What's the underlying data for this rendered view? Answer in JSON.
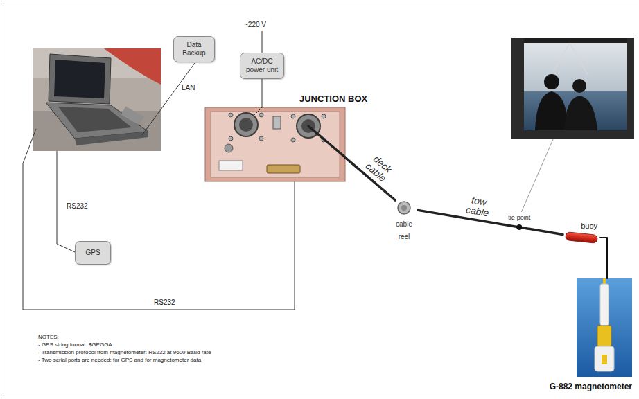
{
  "diagram": {
    "nodes": [
      {
        "text": [
          "Data Backup"
        ]
      },
      {
        "text": [
          "AC/DC power unit"
        ]
      },
      {
        "text": [
          "JUNCTION BOX"
        ]
      },
      {
        "text": [
          "GPS"
        ]
      },
      {
        "text": [
          "cable reel"
        ]
      },
      {
        "text": [
          "buoy"
        ]
      },
      {
        "text": [
          "G-882 magnetometer"
        ]
      }
    ],
    "edges": [
      {
        "from": 1,
        "to": 2,
        "arrow": "none"
      },
      {
        "from": 2,
        "to": 4,
        "label": "deck cable",
        "arrow": "none"
      },
      {
        "from": 4,
        "to": 5,
        "label": "tow cable",
        "arrow": "none"
      },
      {
        "from": 5,
        "to": 6,
        "arrow": "none"
      }
    ],
    "labels": [
      "~220 V",
      "LAN",
      "RS232",
      "RS232",
      "tie-point",
      "NOTES:",
      "- GPS string format: $GPGGA",
      "- Transmission protocol from magnetometer: RS232 at 9600 Baud rate",
      "- Two serial ports are needed: for GPS and for magnetometer data"
    ]
  }
}
